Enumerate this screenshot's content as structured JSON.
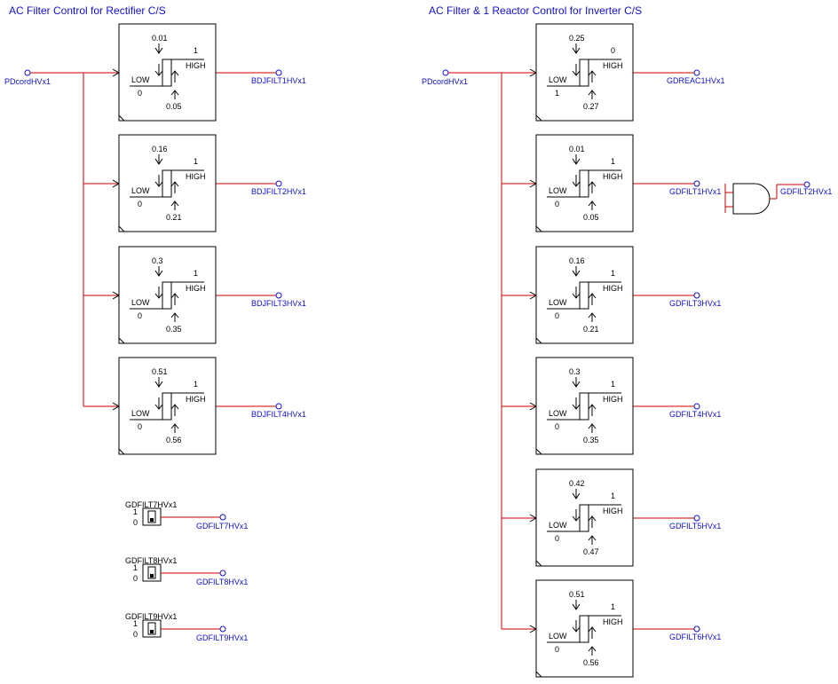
{
  "titles": {
    "left": "AC Filter Control for Rectifier C/S",
    "right": "AC Filter & 1 Reactor Control for Inverter C/S"
  },
  "colors": {
    "wire": "#cc0000",
    "signal_text": "#1010cc",
    "node": "#1010cc",
    "block": "#000000"
  },
  "inputs": {
    "left": "PDcordHVx1",
    "right": "PDcordHVx1"
  },
  "left_blocks": [
    {
      "top": "0.01",
      "high_val": "1",
      "high": "HIGH",
      "low": "LOW",
      "low_val": "0",
      "bottom": "0.05",
      "output": "BDJFILT1HVx1"
    },
    {
      "top": "0.16",
      "high_val": "1",
      "high": "HIGH",
      "low": "LOW",
      "low_val": "0",
      "bottom": "0.21",
      "output": "BDJFILT2HVx1"
    },
    {
      "top": "0.3",
      "high_val": "1",
      "high": "HIGH",
      "low": "LOW",
      "low_val": "0",
      "bottom": "0.35",
      "output": "BDJFILT3HVx1"
    },
    {
      "top": "0.51",
      "high_val": "1",
      "high": "HIGH",
      "low": "LOW",
      "low_val": "0",
      "bottom": "0.56",
      "output": "BDJFILT4HVx1"
    }
  ],
  "right_blocks": [
    {
      "top": "0.25",
      "high_val": "0",
      "high": "HIGH",
      "low": "LOW",
      "low_val": "1",
      "bottom": "0.27",
      "output": "GDREAC1HVx1"
    },
    {
      "top": "0.01",
      "high_val": "1",
      "high": "HIGH",
      "low": "LOW",
      "low_val": "0",
      "bottom": "0.05",
      "output": "GDFILT1HVx1"
    },
    {
      "top": "0.16",
      "high_val": "1",
      "high": "HIGH",
      "low": "LOW",
      "low_val": "0",
      "bottom": "0.21",
      "output": "GDFILT3HVx1"
    },
    {
      "top": "0.3",
      "high_val": "1",
      "high": "HIGH",
      "low": "LOW",
      "low_val": "0",
      "bottom": "0.35",
      "output": "GDFILT4HVx1"
    },
    {
      "top": "0.42",
      "high_val": "1",
      "high": "HIGH",
      "low": "LOW",
      "low_val": "0",
      "bottom": "0.47",
      "output": "GDFILT5HVx1"
    },
    {
      "top": "0.51",
      "high_val": "1",
      "high": "HIGH",
      "low": "LOW",
      "low_val": "0",
      "bottom": "0.56",
      "output": "GDFILT6HVx1"
    }
  ],
  "and_gate": {
    "output": "GDFILT2HVx1"
  },
  "switches": [
    {
      "name": "GDFILT7HVx1",
      "one": "1",
      "zero": "0",
      "output": "GDFILT7HVx1"
    },
    {
      "name": "GDFILT8HVx1",
      "one": "1",
      "zero": "0",
      "output": "GDFILT8HVx1"
    },
    {
      "name": "GDFILT9HVx1",
      "one": "1",
      "zero": "0",
      "output": "GDFILT9HVx1"
    }
  ]
}
